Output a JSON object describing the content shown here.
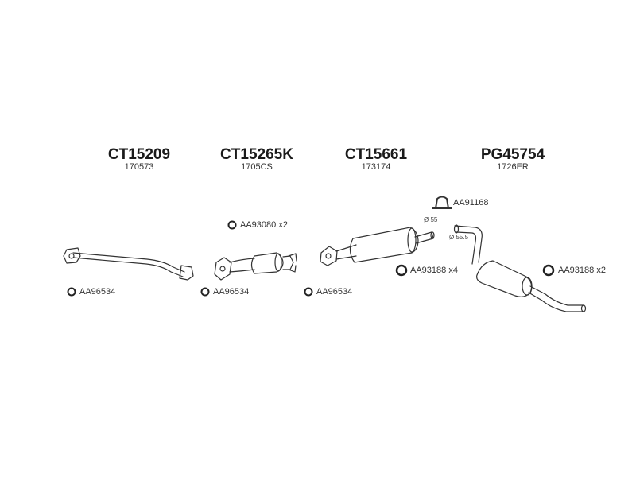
{
  "groups": [
    {
      "code": "CT15209",
      "ref": "170573"
    },
    {
      "code": "CT15265K",
      "ref": "1705CS"
    },
    {
      "code": "CT15661",
      "ref": "173174"
    },
    {
      "code": "PG45754",
      "ref": "1726ER"
    }
  ],
  "parts": {
    "ring1": "AA96534",
    "ring2": "AA96534",
    "ring3": "AA96534",
    "ring_cat": "AA93080 x2",
    "ring_mid": "AA93188 x4",
    "ring_rear": "AA93188 x2",
    "clamp": "AA91168"
  },
  "dims": {
    "d1": "Ø 55",
    "d2": "Ø 55.5"
  }
}
